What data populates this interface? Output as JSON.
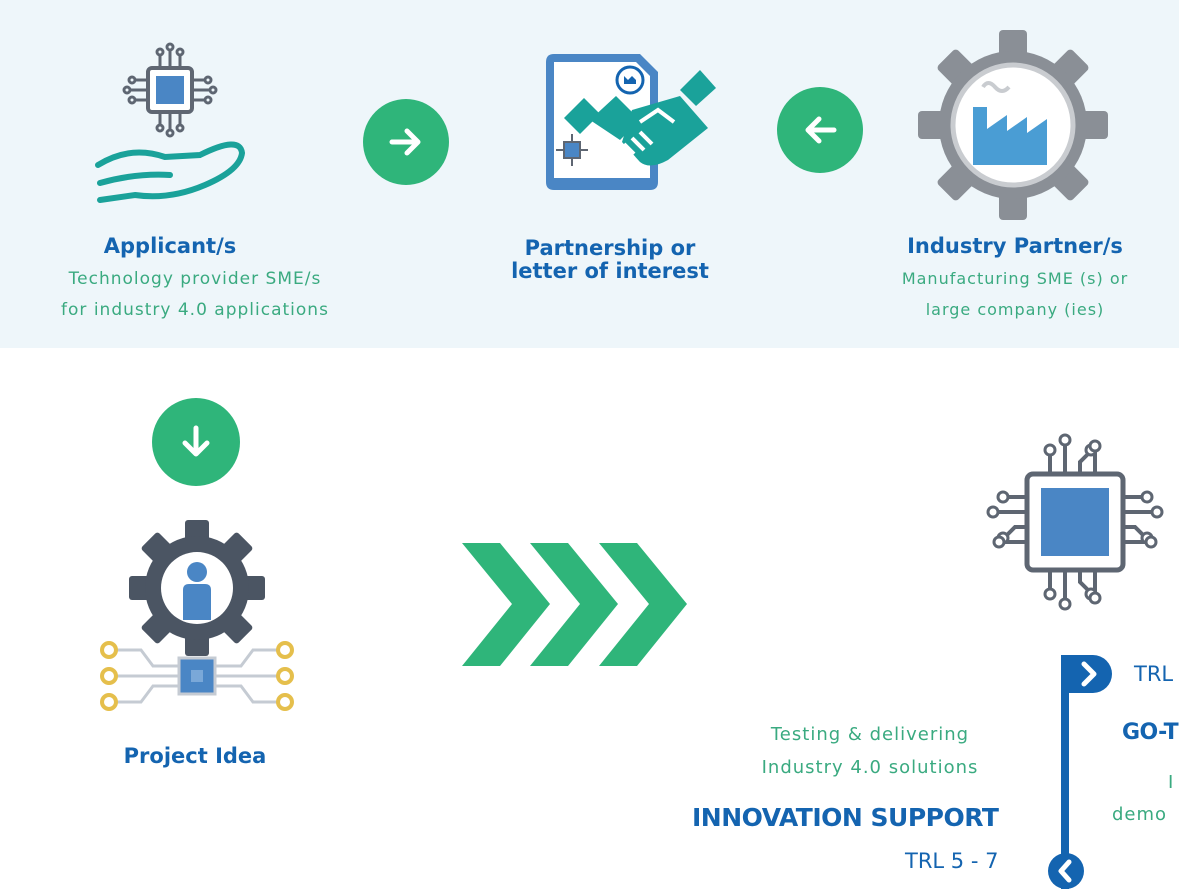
{
  "applicant": {
    "title": "Applicant/s",
    "sub1": "Technology provider SME/s",
    "sub2": "for industry 4.0 applications"
  },
  "partnership": {
    "line1": "Partnership or",
    "line2": "letter of interest"
  },
  "industry": {
    "title": "Industry Partner/s",
    "sub1": "Manufacturing SME (s) or",
    "sub2": "large company (ies)"
  },
  "project": {
    "title": "Project Idea"
  },
  "innovation": {
    "desc1": "Testing & delivering",
    "desc2": "Industry 4.0 solutions",
    "title": "INNOVATION SUPPORT",
    "trl": "TRL 5 - 7"
  },
  "right": {
    "trl": "TRL",
    "title": "GO-T",
    "line1": "I",
    "line2": "demo"
  },
  "colors": {
    "green": "#2fb57a",
    "blue": "#1464b0",
    "teal": "#1aa29a",
    "gray": "#5e6672",
    "chip": "#4a86c5"
  }
}
